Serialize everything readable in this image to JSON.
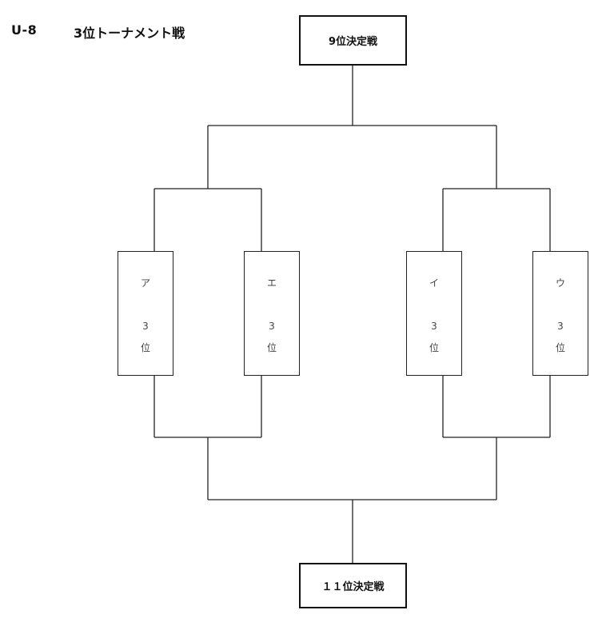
{
  "header": {
    "code": "U-8",
    "title": "3位トーナメント戦"
  },
  "finals": {
    "top_label": "9位決定戦",
    "bottom_label": "１１位決定戦"
  },
  "teams": [
    {
      "name": "ア",
      "rank": "3",
      "unit": "位"
    },
    {
      "name": "エ",
      "rank": "3",
      "unit": "位"
    },
    {
      "name": "イ",
      "rank": "3",
      "unit": "位"
    },
    {
      "name": "ウ",
      "rank": "3",
      "unit": "位"
    }
  ]
}
